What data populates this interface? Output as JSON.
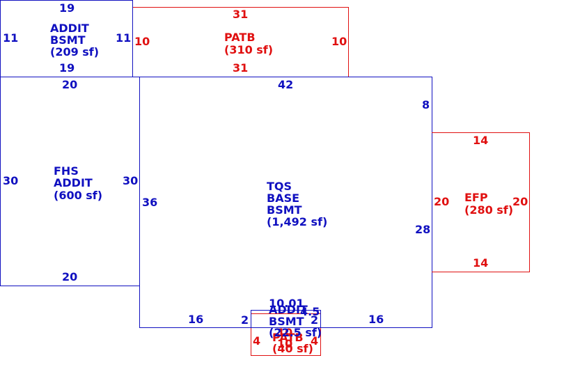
{
  "colors": {
    "living_area": "#1010c0",
    "exterior": "#e01010"
  },
  "areas": {
    "addit_bsmt_top": {
      "name": "ADDIT\nBSMT",
      "area": "(209 sf)",
      "dims": {
        "top": "19",
        "bottom": "19",
        "left": "11",
        "right": "11"
      }
    },
    "patb": {
      "name": "PATB",
      "area": "(310 sf)",
      "dims": {
        "top": "31",
        "bottom": "31",
        "left": "10",
        "right": "10"
      }
    },
    "fhs_addit": {
      "name": "FHS\nADDIT",
      "area": "(600 sf)",
      "dims": {
        "top": "20",
        "bottom": "20",
        "left": "30",
        "right": "30"
      }
    },
    "tqs_base": {
      "name": "TQS\nBASE\nBSMT",
      "area": "(1,492 sf)",
      "dims": {
        "top": "42",
        "left": "36",
        "right_upper": "8",
        "right_lower": "28",
        "bottom_left": "16",
        "bottom_right": "16"
      }
    },
    "efp": {
      "name": "EFP",
      "area": "(280 sf)",
      "dims": {
        "top": "14",
        "bottom": "14",
        "left": "20",
        "right": "20"
      }
    },
    "addit_bsmt_small": {
      "name": "ADDIT\nBSMT",
      "area": "(22.5 sf)",
      "dims": {
        "top": "10.01",
        "top_right": "4.5",
        "left": "2",
        "right": "2"
      }
    },
    "patb_small": {
      "name": "PATB",
      "area": "(40 sf)",
      "dims": {
        "top": "10",
        "left": "4",
        "right": "4",
        "bottom": "10"
      }
    }
  }
}
